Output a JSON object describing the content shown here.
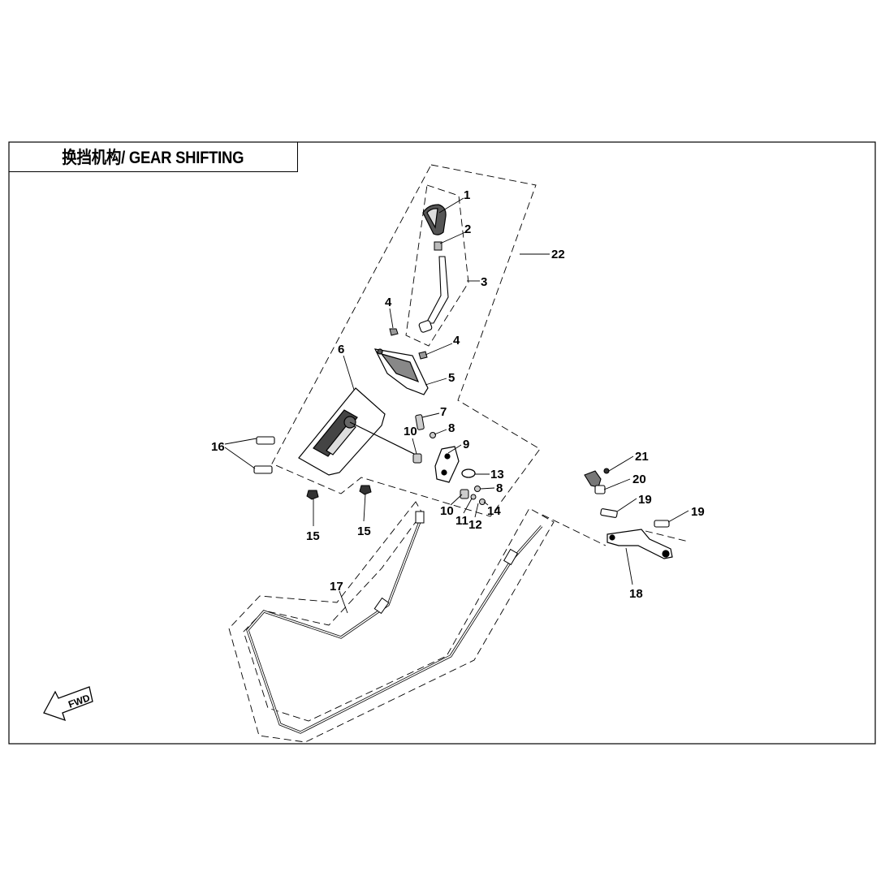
{
  "title": "换挡机构/ GEAR SHIFTING",
  "fwd_label": "FWD",
  "callouts": [
    {
      "id": "1",
      "label": "1"
    },
    {
      "id": "2",
      "label": "2"
    },
    {
      "id": "3",
      "label": "3"
    },
    {
      "id": "4a",
      "label": "4"
    },
    {
      "id": "4b",
      "label": "4"
    },
    {
      "id": "5",
      "label": "5"
    },
    {
      "id": "6",
      "label": "6"
    },
    {
      "id": "7",
      "label": "7"
    },
    {
      "id": "8a",
      "label": "8"
    },
    {
      "id": "8b",
      "label": "8"
    },
    {
      "id": "9",
      "label": "9"
    },
    {
      "id": "10a",
      "label": "10"
    },
    {
      "id": "10b",
      "label": "10"
    },
    {
      "id": "11",
      "label": "11"
    },
    {
      "id": "12",
      "label": "12"
    },
    {
      "id": "13",
      "label": "13"
    },
    {
      "id": "14",
      "label": "14"
    },
    {
      "id": "15a",
      "label": "15"
    },
    {
      "id": "15b",
      "label": "15"
    },
    {
      "id": "16",
      "label": "16"
    },
    {
      "id": "17",
      "label": "17"
    },
    {
      "id": "18",
      "label": "18"
    },
    {
      "id": "19a",
      "label": "19"
    },
    {
      "id": "19b",
      "label": "19"
    },
    {
      "id": "20",
      "label": "20"
    },
    {
      "id": "21",
      "label": "21"
    },
    {
      "id": "22",
      "label": "22"
    }
  ]
}
